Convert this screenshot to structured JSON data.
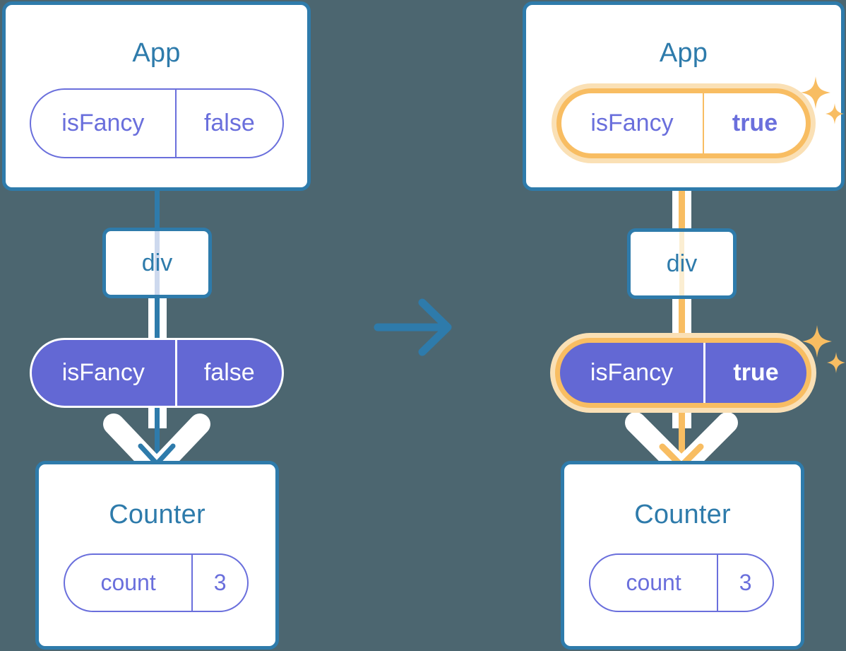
{
  "diagram": {
    "title_before": "App",
    "title_after": "App",
    "background_color": "#4c6670",
    "accent_blue": "#2e7bab",
    "accent_purple": "#6368d4",
    "accent_orange": "#f8bd62",
    "glow_orange": "#fae0b5"
  },
  "before": {
    "app_card": {
      "title": "App"
    },
    "app_state": {
      "name": "isFancy",
      "value": "false"
    },
    "host": {
      "tag": "div"
    },
    "prop_pill": {
      "name": "isFancy",
      "value": "false"
    },
    "counter_card": {
      "title": "Counter"
    },
    "counter_state": {
      "name": "count",
      "value": "3"
    }
  },
  "after": {
    "app_card": {
      "title": "App"
    },
    "app_state": {
      "name": "isFancy",
      "value": "true"
    },
    "host": {
      "tag": "div"
    },
    "prop_pill": {
      "name": "isFancy",
      "value": "true"
    },
    "counter_card": {
      "title": "Counter"
    },
    "counter_state": {
      "name": "count",
      "value": "3"
    }
  },
  "transition": {
    "icon": "arrow-right-icon"
  },
  "sparkle_icon": "sparkle-icon"
}
